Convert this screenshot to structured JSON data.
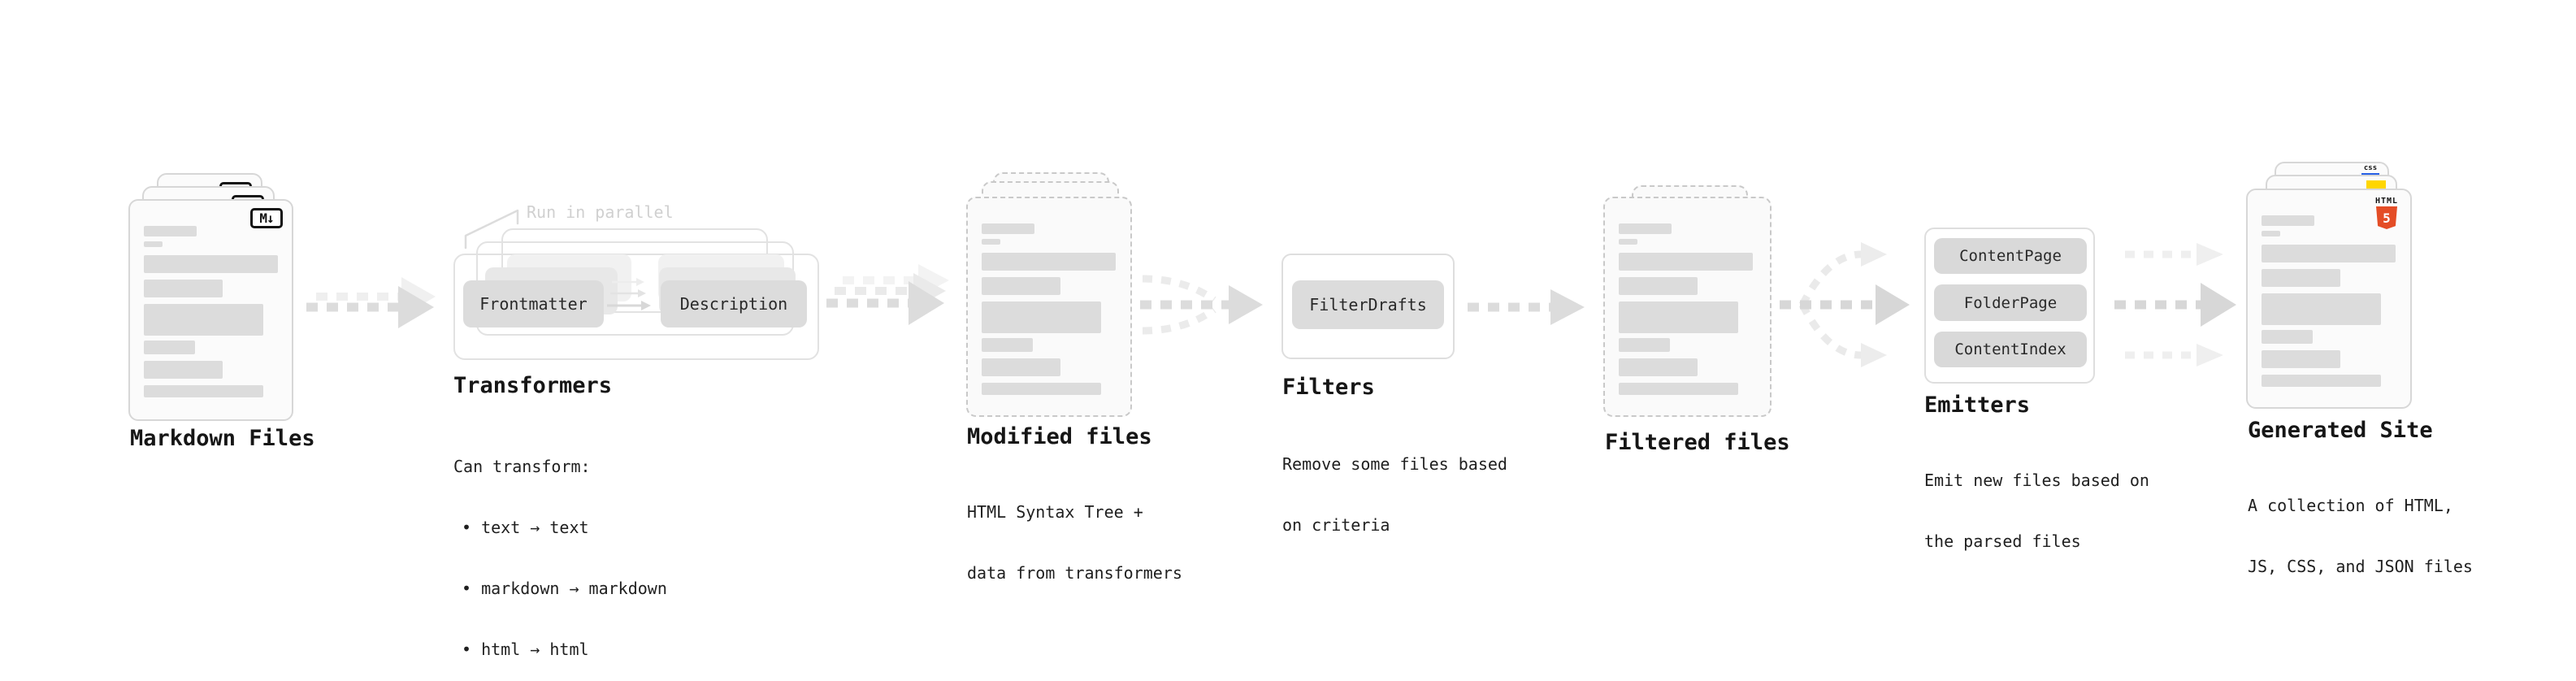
{
  "stages": {
    "markdown": {
      "label": "Markdown Files"
    },
    "transformers": {
      "label": "Transformers",
      "note": "Run in parallel",
      "buttons": {
        "frontmatter": "Frontmatter",
        "description": "Description"
      },
      "desc_title": "Can transform:",
      "desc_items": [
        "• text → text",
        "• markdown → markdown",
        "• html → html"
      ]
    },
    "modified": {
      "label": "Modified files",
      "desc_lines": [
        "HTML Syntax Tree +",
        "data from transformers"
      ]
    },
    "filters": {
      "label": "Filters",
      "buttons": {
        "filter_drafts": "FilterDrafts"
      },
      "desc_lines": [
        "Remove some files based",
        "on criteria"
      ]
    },
    "filtered": {
      "label": "Filtered files"
    },
    "emitters": {
      "label": "Emitters",
      "buttons": {
        "content_page": "ContentPage",
        "folder_page": "FolderPage",
        "content_index": "ContentIndex"
      },
      "desc_lines": [
        "Emit new files based on",
        "the parsed files"
      ]
    },
    "generated": {
      "label": "Generated Site",
      "desc_lines": [
        "A collection of HTML,",
        "JS, CSS, and JSON files"
      ]
    }
  },
  "icons": {
    "markdown_badge": "M↓",
    "html5_wordmark": "HTML",
    "html5_number": "5",
    "css_wordmark": "css"
  },
  "colors": {
    "html5_orange": "#e44d26",
    "js_yellow": "#ffd600",
    "css_blue": "#2760e5"
  }
}
